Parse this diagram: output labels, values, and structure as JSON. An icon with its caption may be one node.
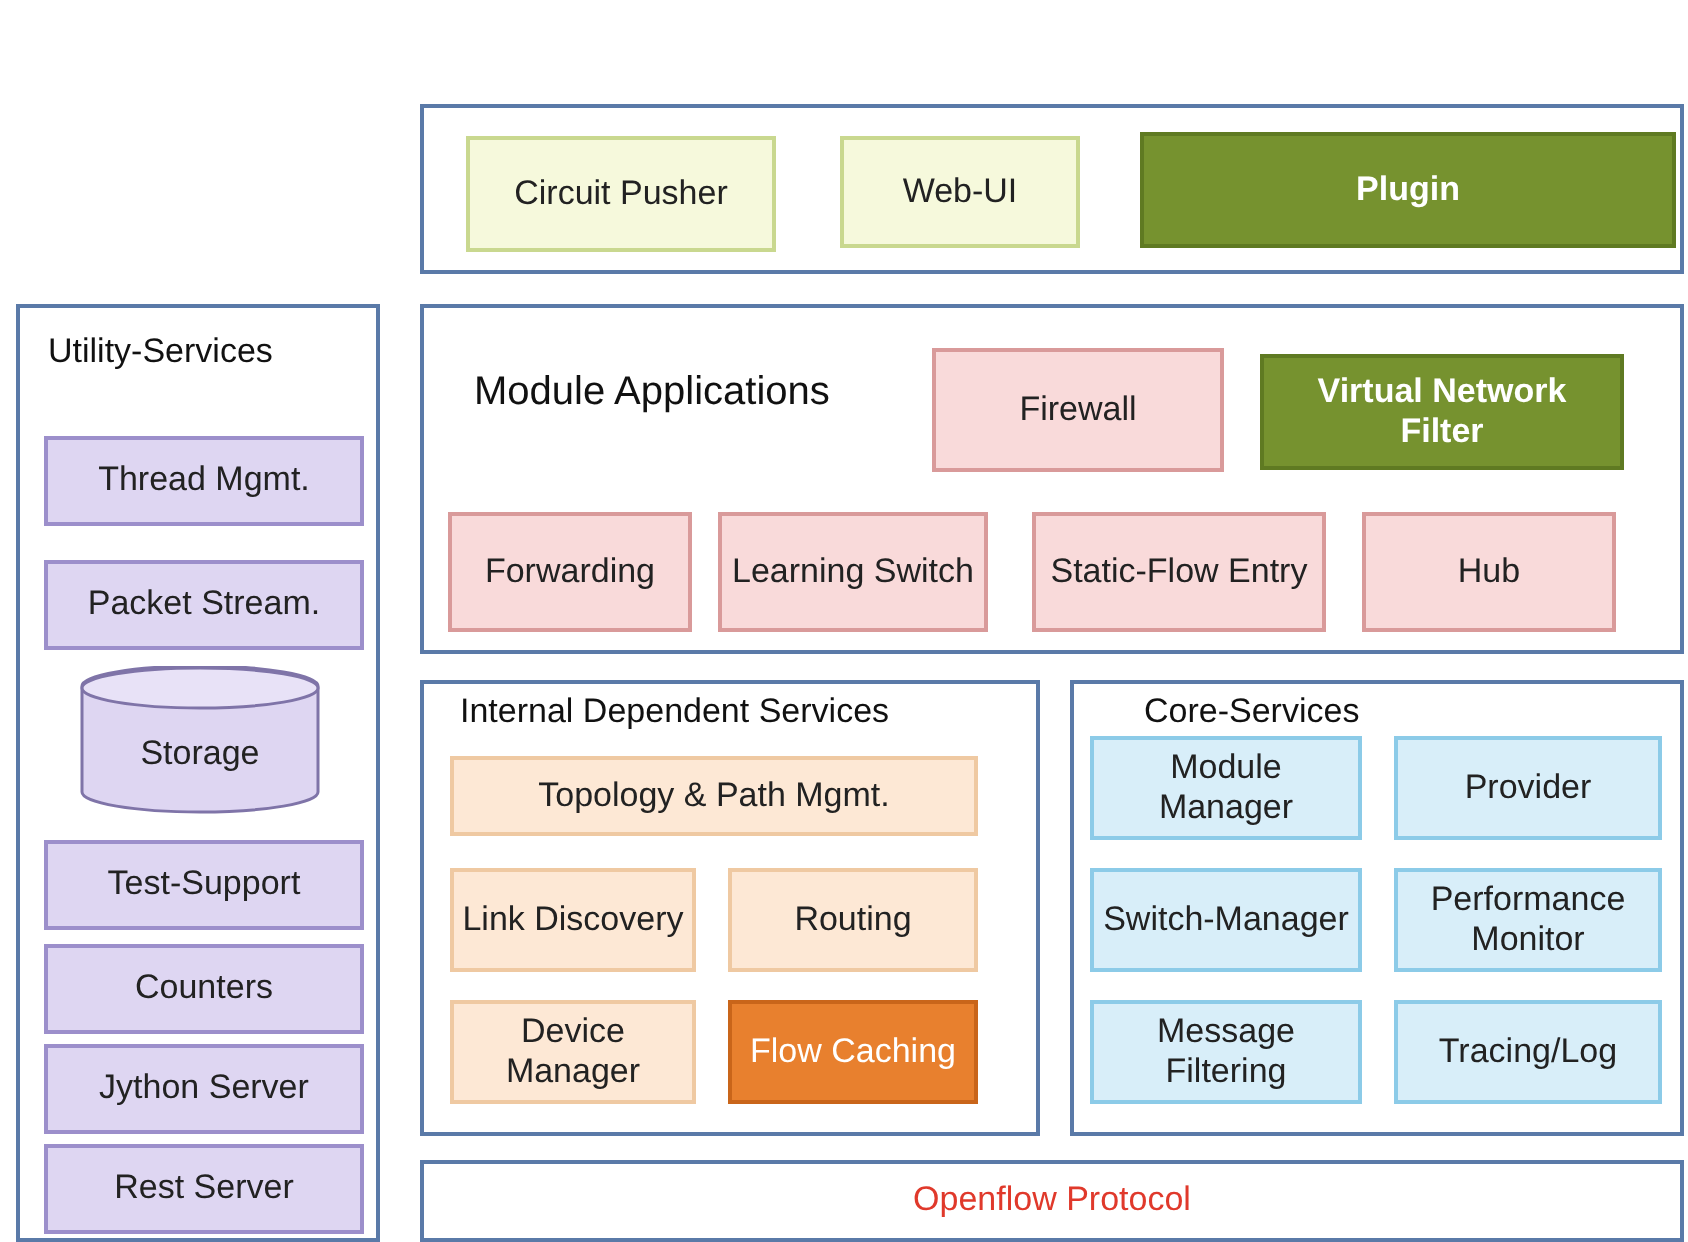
{
  "diagram": {
    "nodes": [
      {
        "text": [],
        "shape": "box"
      },
      {
        "text": [
          "Circuit Pusher"
        ],
        "in": 0
      },
      {
        "text": [
          "Web-UI"
        ],
        "in": 0
      },
      {
        "text": [
          "Plugin"
        ],
        "in": 0
      },
      {
        "text": [
          "Utility-Services"
        ]
      },
      {
        "text": [
          "Thread Mgmt."
        ],
        "in": 4
      },
      {
        "text": [
          "Packet Stream."
        ],
        "in": 4
      },
      {
        "text": [
          "Storage"
        ],
        "in": 4
      },
      {
        "text": [
          "Test-Support"
        ],
        "in": 4
      },
      {
        "text": [
          "Counters"
        ],
        "in": 4
      },
      {
        "text": [
          "Jython Server"
        ],
        "in": 4
      },
      {
        "text": [
          "Rest Server"
        ],
        "in": 4
      },
      {
        "text": [
          "Module Applications"
        ]
      },
      {
        "text": [
          "Firewall"
        ],
        "in": 12
      },
      {
        "text": [
          "Virtual Network Filter"
        ],
        "in": 12
      },
      {
        "text": [
          "Forwarding"
        ],
        "in": 12
      },
      {
        "text": [
          "Learning Switch"
        ],
        "in": 12
      },
      {
        "text": [
          "Static-Flow Entry"
        ],
        "in": 12
      },
      {
        "text": [
          "Hub"
        ],
        "in": 12
      },
      {
        "text": [
          "Internal Dependent Services"
        ]
      },
      {
        "text": [
          "Topology & Path Mgmt."
        ],
        "in": 19
      },
      {
        "text": [
          "Link Discovery"
        ],
        "in": 19
      },
      {
        "text": [
          "Routing"
        ],
        "in": 19
      },
      {
        "text": [
          "Device Manager"
        ],
        "in": 19
      },
      {
        "text": [
          "Flow Caching"
        ],
        "in": 19
      },
      {
        "text": [
          "Core-Services"
        ]
      },
      {
        "text": [
          "Module Manager"
        ],
        "in": 25
      },
      {
        "text": [
          "Provider"
        ],
        "in": 25
      },
      {
        "text": [
          "Switch-Manager"
        ],
        "in": 25
      },
      {
        "text": [
          "Performance Monitor"
        ],
        "in": 25
      },
      {
        "text": [
          "Message Filtering"
        ],
        "in": 25
      },
      {
        "text": [
          "Tracing/Log"
        ],
        "in": 25
      },
      {
        "text": [
          "Openflow Protocol"
        ]
      }
    ]
  }
}
